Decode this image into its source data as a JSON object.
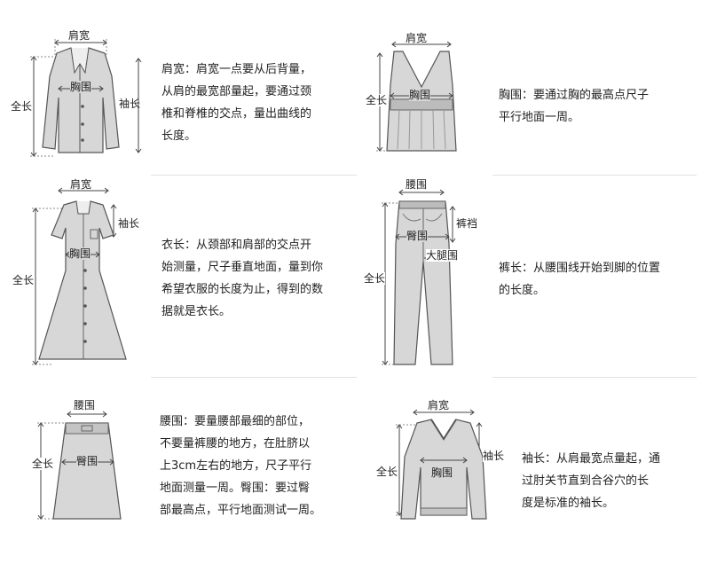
{
  "labels": {
    "shoulder": "肩宽",
    "chest": "胸围",
    "full_length": "全长",
    "sleeve": "袖长",
    "waist": "腰围",
    "crotch": "裤裆",
    "hip": "臀围",
    "thigh": "大腿围"
  },
  "descriptions": {
    "shoulder": [
      "肩宽：肩宽一点要从后背量，",
      "从肩的最宽部量起，要通过颈",
      "椎和脊椎的交点，量出曲线的",
      "长度。"
    ],
    "chest": [
      "胸围：要通过胸的最高点尺子",
      "平行地面一周。"
    ],
    "dress_length": [
      "衣长：从颈部和肩部的交点开",
      "始测量，尺子垂直地面，量到你",
      "希望衣服的长度为止，得到的数",
      "据就是衣长。"
    ],
    "pants_length": [
      "裤长：从腰围线开始到脚的位置",
      "的长度。"
    ],
    "waist_hip": [
      "腰围：要量腰部最细的部位，",
      "不要量裤腰的地方，在肚脐以",
      "上3cm左右的地方，尺子平行",
      "地面测量一周。臀围：要过臀",
      "部最高点，平行地面测试一周。"
    ],
    "sleeve": [
      "袖长：从肩最宽点量起，通",
      "过肘关节直到合谷穴的长",
      "度是标准的袖长。"
    ]
  }
}
